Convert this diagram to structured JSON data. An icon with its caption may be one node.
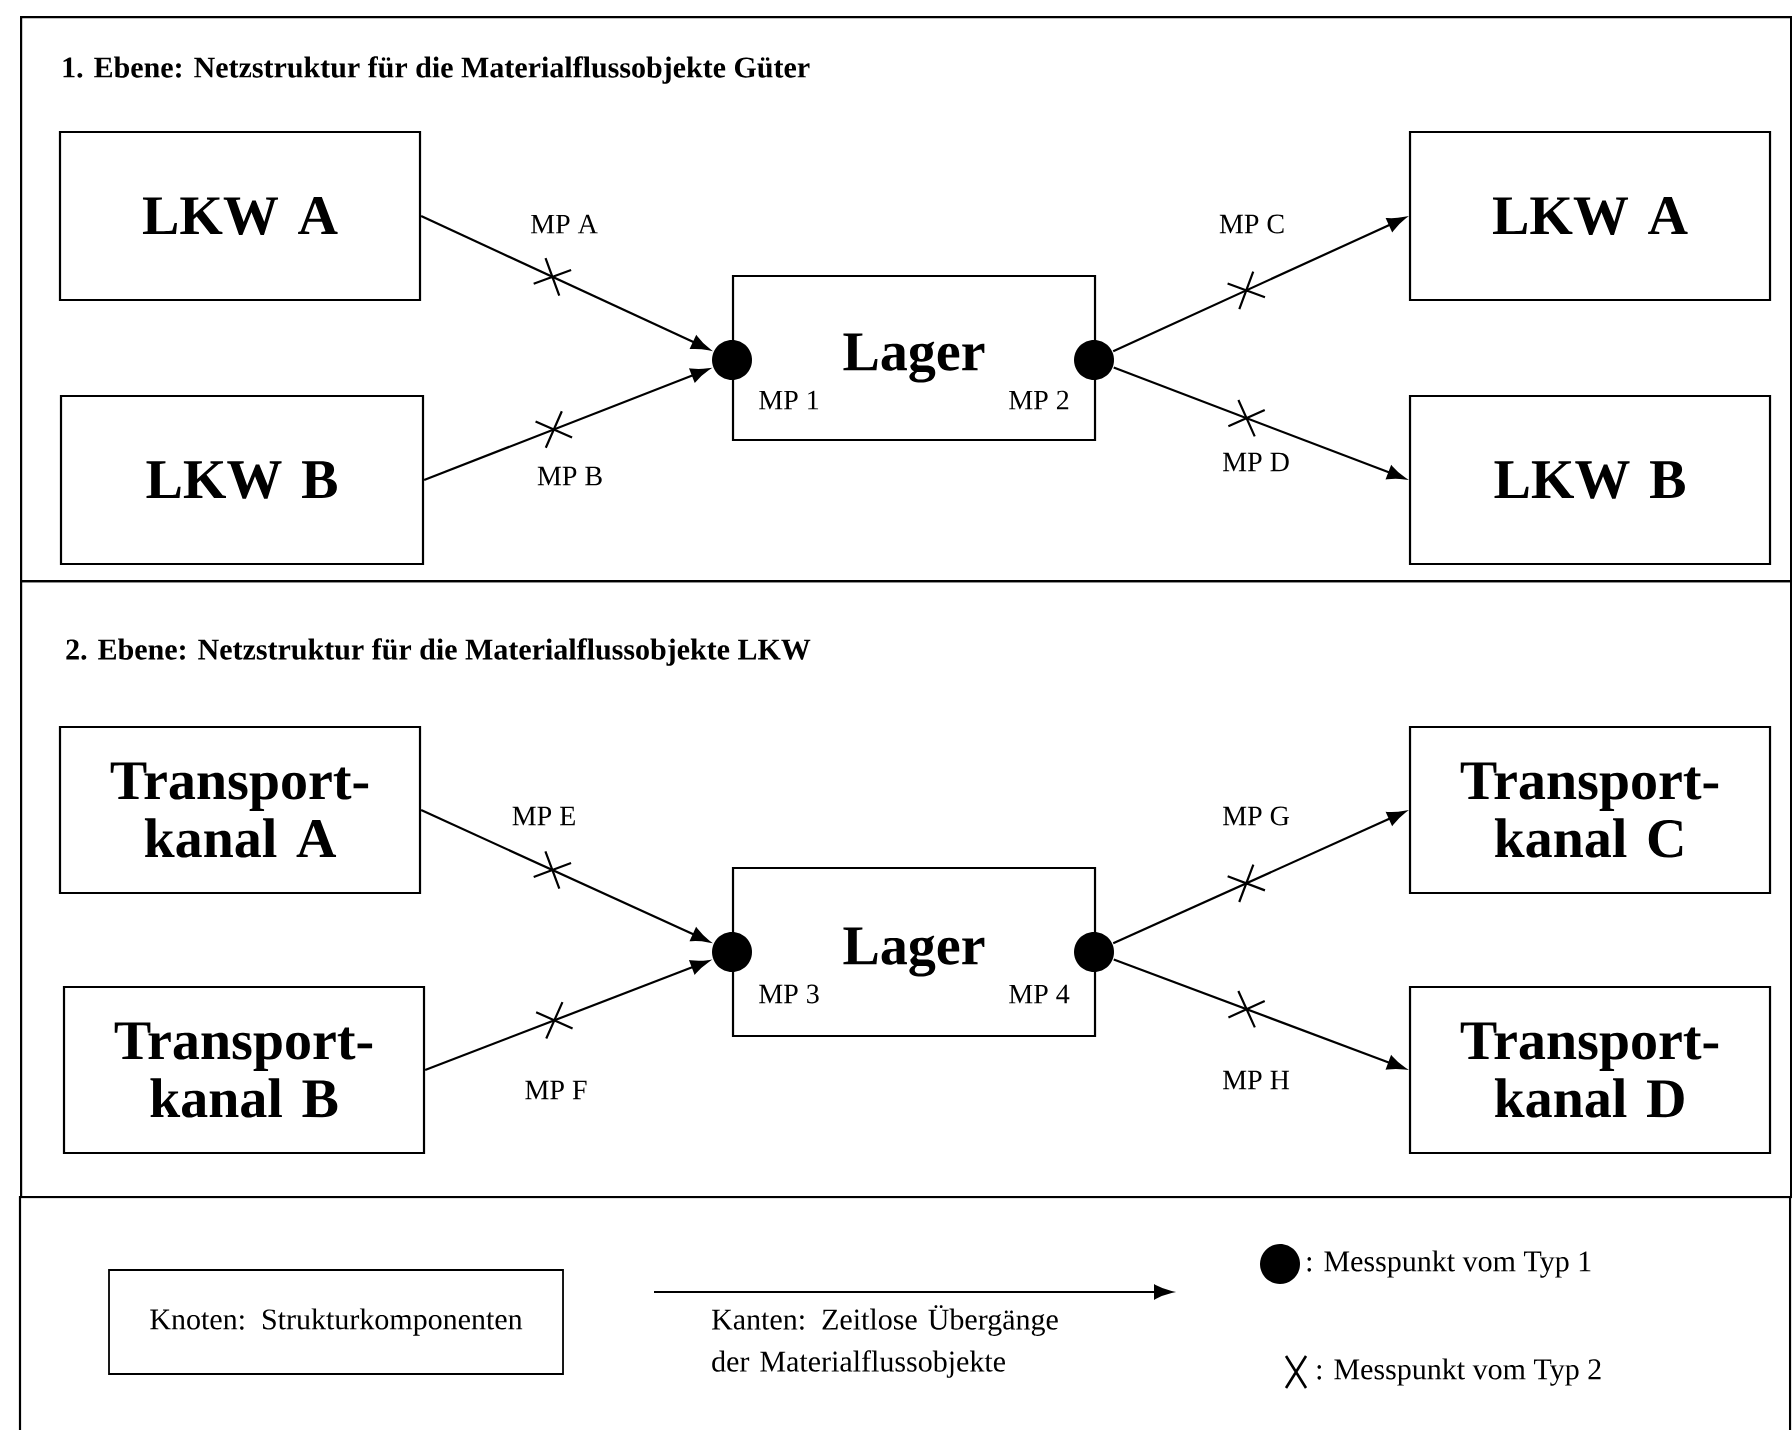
{
  "diagram": {
    "nodes": [
      {
        "text": [
          "1. Ebene: Netzstruktur für die Materialflussobjekte Güter"
        ]
      },
      {
        "text": [
          "LKW A"
        ],
        "in": 0
      },
      {
        "text": [
          "LKW B"
        ],
        "in": 0
      },
      {
        "text": [
          "Lager",
          "MP 1",
          "MP 2"
        ],
        "in": 0
      },
      {
        "text": [
          "LKW A"
        ],
        "in": 0
      },
      {
        "text": [
          "LKW B"
        ],
        "in": 0
      },
      {
        "text": [],
        "shape": "circle",
        "in": 0
      },
      {
        "text": [],
        "shape": "circle",
        "in": 0
      },
      {
        "text": [
          "2. Ebene: Netzstruktur für die Materialflussobjekte LKW"
        ]
      },
      {
        "text": [
          "Transport- kanal A"
        ],
        "in": 8
      },
      {
        "text": [
          "Transport- kanal B"
        ],
        "in": 8
      },
      {
        "text": [
          "Lager",
          "MP 3",
          "MP 4"
        ],
        "in": 8
      },
      {
        "text": [
          "Transport- kanal C"
        ],
        "in": 8
      },
      {
        "text": [
          "Transport- kanal D"
        ],
        "in": 8
      },
      {
        "text": [],
        "shape": "circle",
        "in": 8
      },
      {
        "text": [],
        "shape": "circle",
        "in": 8
      },
      {
        "text": [
          "Knoten: Strukturkomponenten"
        ]
      }
    ],
    "edges": [
      {
        "from": 1,
        "to": 6,
        "arrow": "to",
        "label": "MP A"
      },
      {
        "from": 2,
        "to": 6,
        "arrow": "to",
        "label": "MP B"
      },
      {
        "from": 7,
        "to": 4,
        "arrow": "to",
        "label": "MP C"
      },
      {
        "from": 7,
        "to": 5,
        "arrow": "to",
        "label": "MP D"
      },
      {
        "from": 9,
        "to": 14,
        "arrow": "to",
        "label": "MP E"
      },
      {
        "from": 10,
        "to": 14,
        "arrow": "to",
        "label": "MP F"
      },
      {
        "from": 15,
        "to": 12,
        "arrow": "to",
        "label": "MP G"
      },
      {
        "from": 15,
        "to": 13,
        "arrow": "to",
        "label": "MP H"
      }
    ],
    "legend": [
      {
        "text": "Kanten: Zeitlose Übergänge der Materialflussobjekte"
      },
      {
        "text": ": Messpunkt vom Typ 1"
      },
      {
        "text": ": Messpunkt vom Typ 2"
      }
    ]
  }
}
